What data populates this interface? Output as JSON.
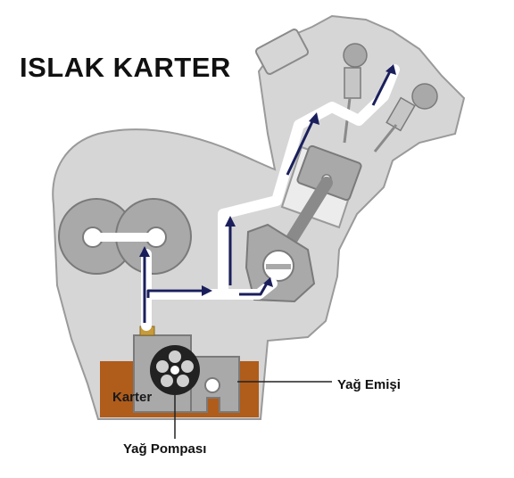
{
  "title": "ISLAK KARTER",
  "labels": {
    "sump": "Karter",
    "oil_pickup": "Yağ Emişi",
    "oil_pump": "Yağ Pompası"
  },
  "colors": {
    "engine_body": "#d6d6d6",
    "engine_outline": "#9a9a9a",
    "parts": "#a9a9a9",
    "oil": "#b05c1b",
    "oil_path": "#ffffff",
    "flow_arrows": "#1a1f5c",
    "pump": "#222222"
  }
}
